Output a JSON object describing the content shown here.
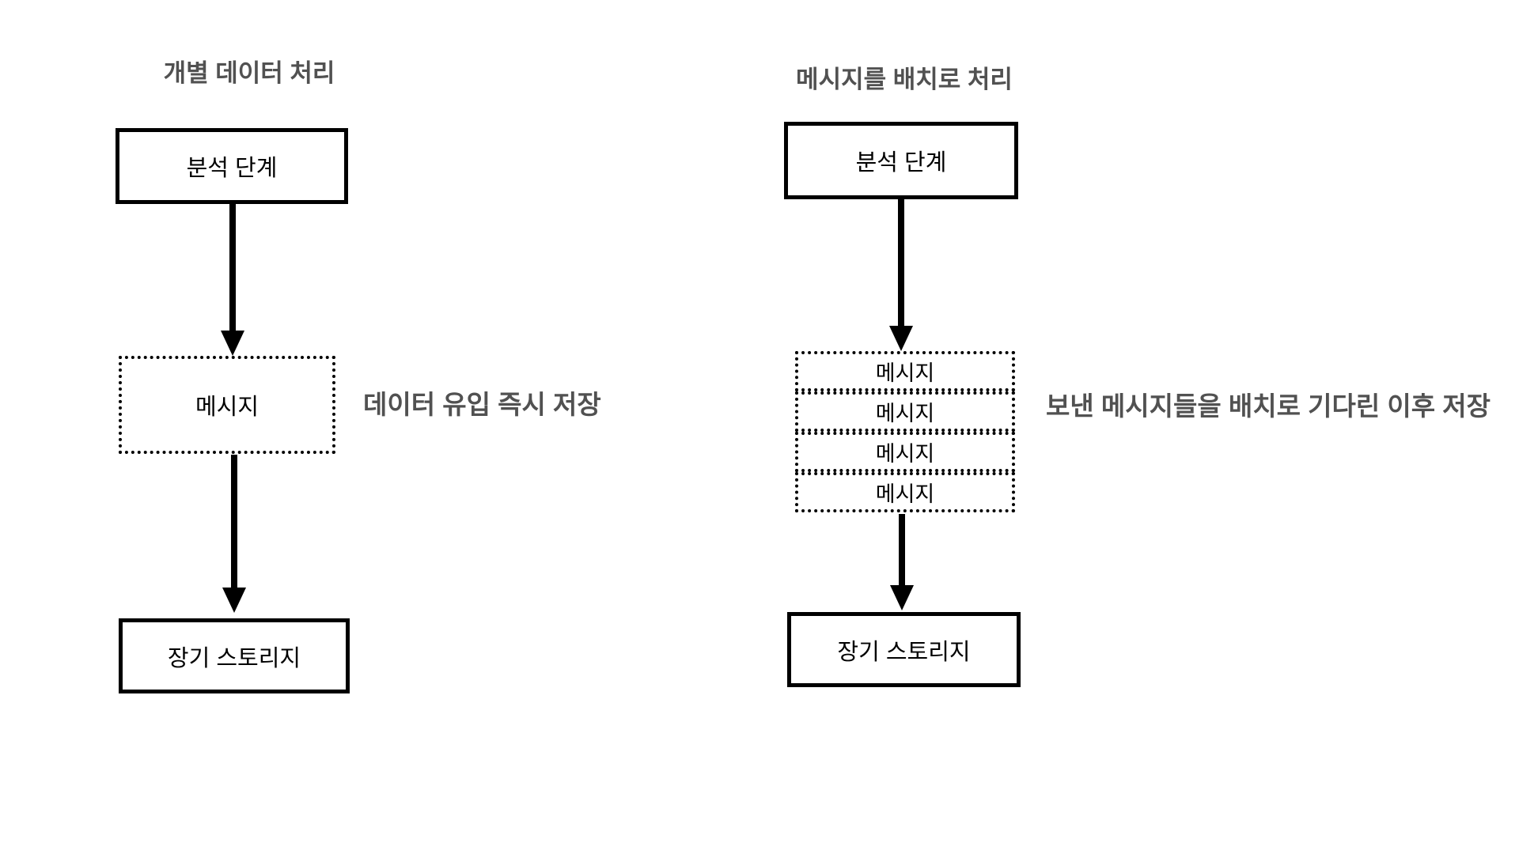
{
  "left_flow": {
    "title": "개별 데이터 처리",
    "analysis_box": "분석 단계",
    "message_box": "메시지",
    "storage_box": "장기 스토리지",
    "annotation": "데이터 유입 즉시 저장"
  },
  "right_flow": {
    "title": "메시지를 배치로 처리",
    "analysis_box": "분석 단계",
    "message_rows": [
      "메시지",
      "메시지",
      "메시지",
      "메시지"
    ],
    "storage_box": "장기 스토리지",
    "annotation": "보낸 메시지들을 배치로 기다린 이후 저장"
  },
  "colors": {
    "background": "#ffffff",
    "box_border": "#000000",
    "box_text": "#000000",
    "annotation_text": "#515151",
    "arrow": "#000000"
  }
}
